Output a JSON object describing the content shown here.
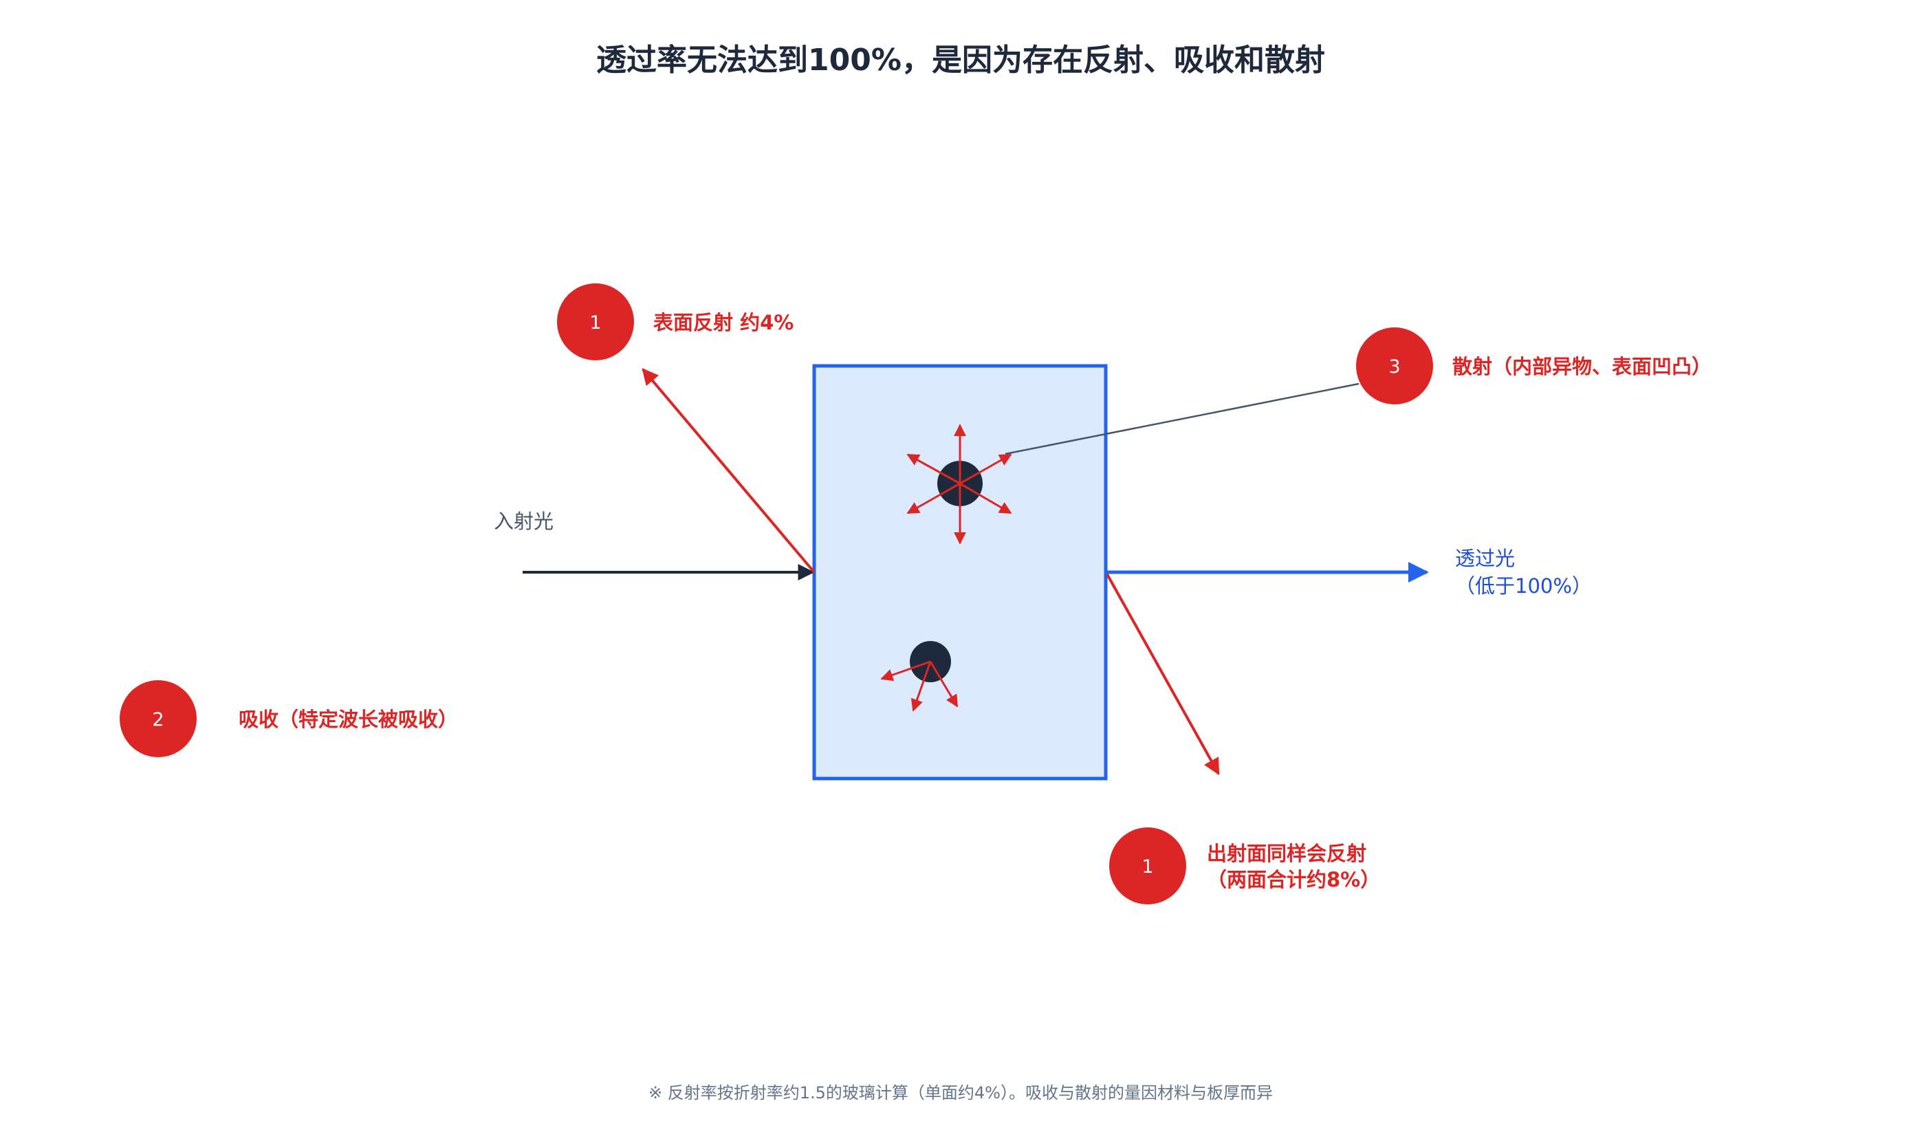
{
  "title": "透过率无法达到100%，是因为存在反射、吸收和散射",
  "incident_label": "入射光",
  "transmitted_label": {
    "line1": "透过光",
    "line2": "（低于100%）"
  },
  "callouts": [
    {
      "number": "1",
      "text": "表面反射 约4%"
    },
    {
      "number": "2",
      "text": "吸收（特定波长被吸收）"
    },
    {
      "number": "3",
      "text": "散射（内部异物、表面凹凸）"
    },
    {
      "number": "1",
      "line1": "出射面同样会反射",
      "line2": "（两面合计约8%）"
    }
  ],
  "footnote": "※ 反射率按折射率约1.5的玻璃计算（单面约4%）。吸收与散射的量因材料与板厚而异",
  "colors": {
    "red": "#dc2626",
    "blue": "#2563eb",
    "glass_fill": "#dbeafe",
    "dark": "#1e293b",
    "leader": "#475569"
  }
}
